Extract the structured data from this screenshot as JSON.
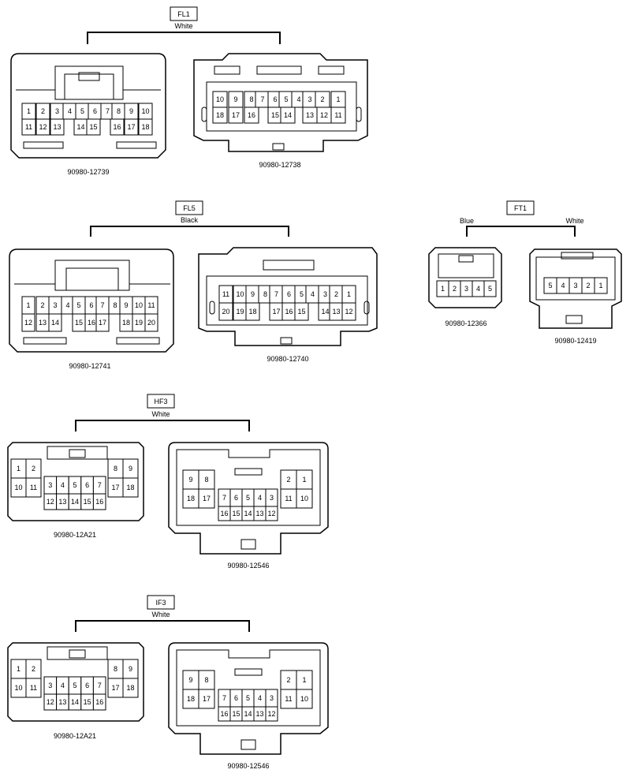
{
  "groups": {
    "fl1": {
      "tag": "FL1",
      "color": "White"
    },
    "fl5": {
      "tag": "FL5",
      "color": "Black"
    },
    "ft1": {
      "tag": "FT1",
      "color_left": "Blue",
      "color_right": "White"
    },
    "hf3": {
      "tag": "HF3",
      "color": "White"
    },
    "if3": {
      "tag": "IF3",
      "color": "White"
    }
  },
  "connectors": {
    "c12739": {
      "part": "90980-12739",
      "top": [
        "1",
        "2",
        "3",
        "4",
        "5",
        "6",
        "7",
        "8",
        "9",
        "10"
      ],
      "bottom": [
        "11",
        "12",
        "13",
        "14",
        "15",
        "16",
        "17",
        "18"
      ]
    },
    "c12738": {
      "part": "90980-12738",
      "top": [
        "10",
        "9",
        "8",
        "7",
        "6",
        "5",
        "4",
        "3",
        "2",
        "1"
      ],
      "bottom": [
        "18",
        "17",
        "16",
        "15",
        "14",
        "13",
        "12",
        "11"
      ]
    },
    "c12741": {
      "part": "90980-12741",
      "top": [
        "1",
        "2",
        "3",
        "4",
        "5",
        "6",
        "7",
        "8",
        "9",
        "10",
        "11"
      ],
      "bottom": [
        "12",
        "13",
        "14",
        "15",
        "16",
        "17",
        "18",
        "19",
        "20"
      ]
    },
    "c12740": {
      "part": "90980-12740",
      "top": [
        "11",
        "10",
        "9",
        "8",
        "7",
        "6",
        "5",
        "4",
        "3",
        "2",
        "1"
      ],
      "bottom": [
        "20",
        "19",
        "18",
        "17",
        "16",
        "15",
        "14",
        "13",
        "12"
      ]
    },
    "c12366": {
      "part": "90980-12366",
      "pins": [
        "1",
        "2",
        "3",
        "4",
        "5"
      ]
    },
    "c12419": {
      "part": "90980-12419",
      "pins": [
        "5",
        "4",
        "3",
        "2",
        "1"
      ]
    },
    "c12A21a": {
      "part": "90980-12A21",
      "left_top": [
        "1",
        "2"
      ],
      "left_bottom": [
        "10",
        "11"
      ],
      "mid_top": [
        "3",
        "4",
        "5",
        "6",
        "7"
      ],
      "mid_bottom": [
        "12",
        "13",
        "14",
        "15",
        "16"
      ],
      "right_top": [
        "8",
        "9"
      ],
      "right_bottom": [
        "17",
        "18"
      ]
    },
    "c12546a": {
      "part": "90980-12546",
      "left_top": [
        "9",
        "8"
      ],
      "left_bottom": [
        "18",
        "17"
      ],
      "mid_top": [
        "7",
        "6",
        "5",
        "4",
        "3"
      ],
      "mid_bottom": [
        "16",
        "15",
        "14",
        "13",
        "12"
      ],
      "right_top": [
        "2",
        "1"
      ],
      "right_bottom": [
        "11",
        "10"
      ]
    },
    "c12A21b": {
      "part": "90980-12A21",
      "left_top": [
        "1",
        "2"
      ],
      "left_bottom": [
        "10",
        "11"
      ],
      "mid_top": [
        "3",
        "4",
        "5",
        "6",
        "7"
      ],
      "mid_bottom": [
        "12",
        "13",
        "14",
        "15",
        "16"
      ],
      "right_top": [
        "8",
        "9"
      ],
      "right_bottom": [
        "17",
        "18"
      ]
    },
    "c12546b": {
      "part": "90980-12546",
      "left_top": [
        "9",
        "8"
      ],
      "left_bottom": [
        "18",
        "17"
      ],
      "mid_top": [
        "7",
        "6",
        "5",
        "4",
        "3"
      ],
      "mid_bottom": [
        "16",
        "15",
        "14",
        "13",
        "12"
      ],
      "right_top": [
        "2",
        "1"
      ],
      "right_bottom": [
        "11",
        "10"
      ]
    }
  }
}
